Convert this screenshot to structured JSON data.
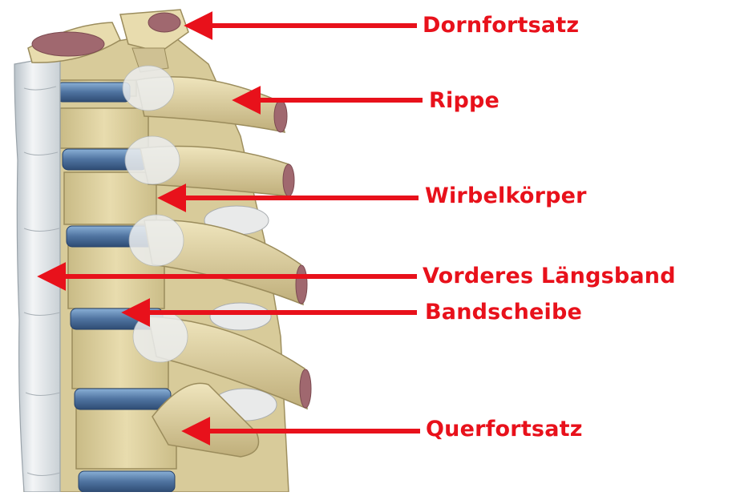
{
  "labels": {
    "dornfortsatz": "Dornfortsatz",
    "rippe": "Rippe",
    "wirbelkoerper": "Wirbelkörper",
    "vorderes_laengsband": "Vorderes Längsband",
    "bandscheibe": "Bandscheibe",
    "querfortsatz": "Querfortsatz"
  },
  "colors": {
    "label": "#e8111b",
    "arrow": "#e8111b",
    "bone": "#e3d7a6",
    "bone_shadow": "#b8a978",
    "disc": "#5c7fa8",
    "ligament": "#dfe4e8",
    "marrow": "#a0686f"
  }
}
